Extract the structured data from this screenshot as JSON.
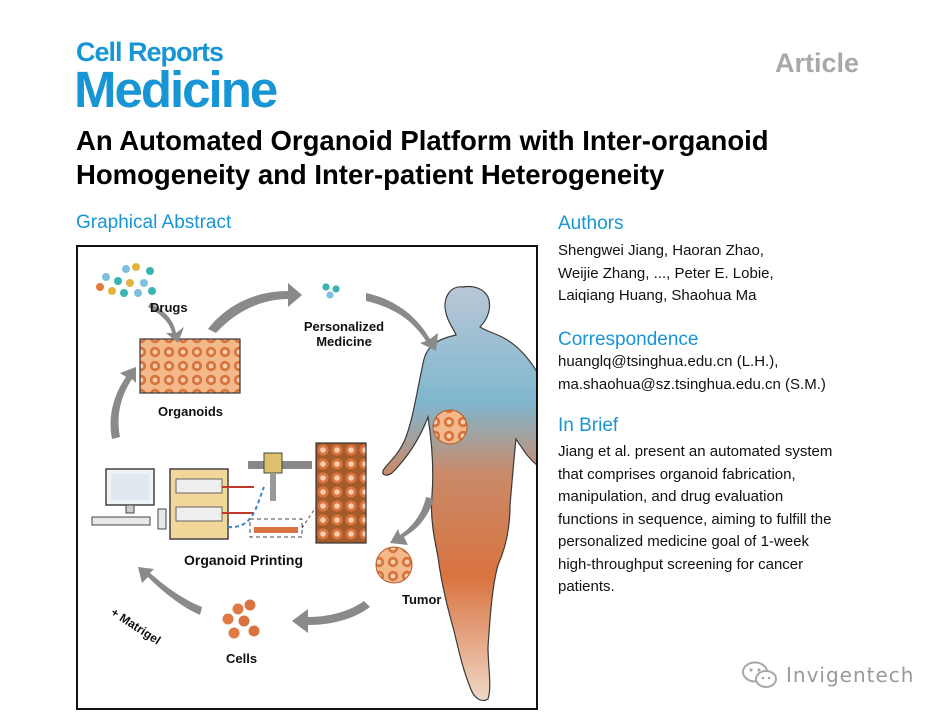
{
  "journal": {
    "line1": "Cell Reports",
    "line2": "Medicine"
  },
  "article_type": "Article",
  "title": {
    "line1": "An Automated Organoid Platform with Inter-organoid",
    "line2": "Homogeneity and Inter-patient Heterogeneity"
  },
  "graphical_abstract": {
    "heading": "Graphical Abstract",
    "labels": {
      "drugs": "Drugs",
      "personalized_line1": "Personalized",
      "personalized_line2": "Medicine",
      "organoids": "Organoids",
      "organoid_printing": "Organoid Printing",
      "tumor": "Tumor",
      "cells": "Cells",
      "matrigel": "+ Matrigel"
    }
  },
  "authors": {
    "heading": "Authors",
    "lines": [
      "Shengwei Jiang, Haoran Zhao,",
      "Weijie Zhang, ..., Peter E. Lobie,",
      "Laiqiang Huang, Shaohua Ma"
    ]
  },
  "correspondence": {
    "heading": "Correspondence",
    "lines": [
      "huanglq@tsinghua.edu.cn (L.H.),",
      "ma.shaohua@sz.tsinghua.edu.cn (S.M.)"
    ]
  },
  "in_brief": {
    "heading": "In Brief",
    "lines": [
      "Jiang et al. present an automated system",
      "that comprises organoid fabrication,",
      "manipulation, and drug evaluation",
      "functions in sequence, aiming to fulfill the",
      "personalized medicine goal of 1-week",
      "high-throughput screening for cancer",
      "patients."
    ]
  },
  "watermark": {
    "text": "Invigentech",
    "icon": "wechat-icon"
  },
  "colors": {
    "brand_blue": "#1795d4",
    "article_gray": "#a9a9a9",
    "organoid_orange": "#d9733f"
  }
}
